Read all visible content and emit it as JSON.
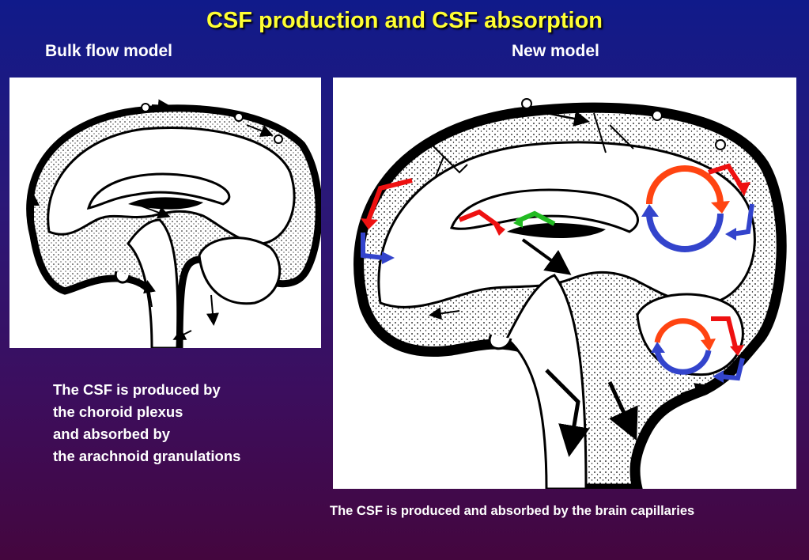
{
  "slide": {
    "title": "CSF production and CSF absorption",
    "left_heading": "Bulk flow model",
    "right_heading": "New model",
    "left_caption_lines": [
      "The CSF is produced by",
      "the choroid plexus",
      "and absorbed by",
      "the arachnoid granulations"
    ],
    "right_caption": "The CSF is produced and absorbed by the brain capillaries"
  },
  "colors": {
    "title": "#ffff33",
    "text": "#ffffff",
    "background_top": "#101a8a",
    "background_bottom": "#44063e",
    "arrow_red": "#ee1111",
    "arrow_orange": "#ff4411",
    "arrow_blue": "#3344cc",
    "arrow_green": "#22bb22",
    "ink": "#000000"
  }
}
